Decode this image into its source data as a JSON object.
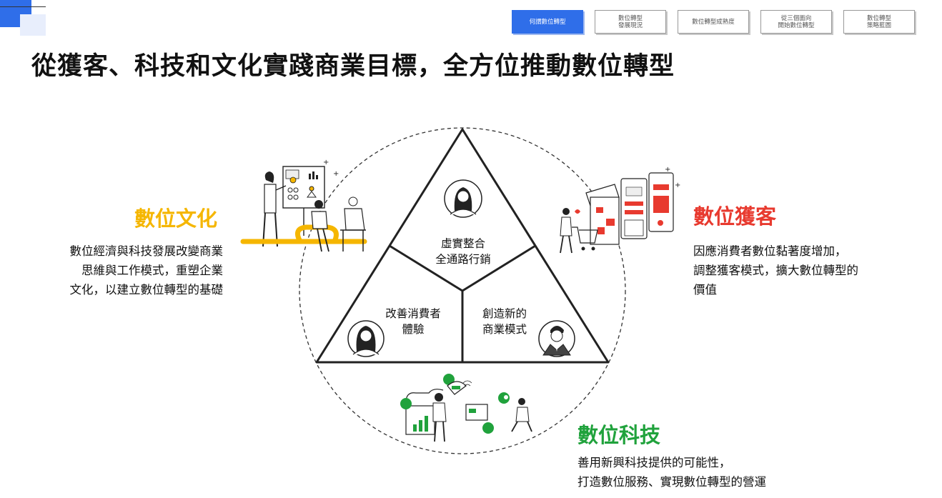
{
  "nav": {
    "tabs": [
      {
        "label": "何謂數位轉型",
        "active": true
      },
      {
        "label": "數位轉型\n發展現況",
        "active": false
      },
      {
        "label": "數位轉型成熟度",
        "active": false
      },
      {
        "label": "從三個面向\n開始數位轉型",
        "active": false
      },
      {
        "label": "數位轉型\n策略藍圖",
        "active": false
      }
    ]
  },
  "title": "從獲客、科技和文化實踐商業目標，全方位推動數位轉型",
  "culture": {
    "heading": "數位文化",
    "lines": [
      "數位經濟與科技發展改變商業",
      "思維與工作模式，重塑企業",
      "文化，以建立數位轉型的基礎"
    ]
  },
  "acquisition": {
    "heading": "數位獲客",
    "lines": [
      "因應消費者數位黏著度增加，",
      "調整獲客模式，擴大數位轉型的",
      "價值"
    ]
  },
  "technology": {
    "heading": "數位科技",
    "lines": [
      "善用新興科技提供的可能性，",
      "打造數位服務、實現數位轉型的營運"
    ]
  },
  "triangle": {
    "top": "虛實整合\n全通路行銷",
    "left": "改善消費者\n體驗",
    "right": "創造新的\n商業模式"
  },
  "colors": {
    "brand_blue": "#2f6ee9",
    "culture_yellow": "#f5b600",
    "acquisition_red": "#e83a2f",
    "technology_green": "#20a23c"
  },
  "icons": [
    "person-female-icon",
    "person-female-icon",
    "person-male-suit-icon"
  ]
}
